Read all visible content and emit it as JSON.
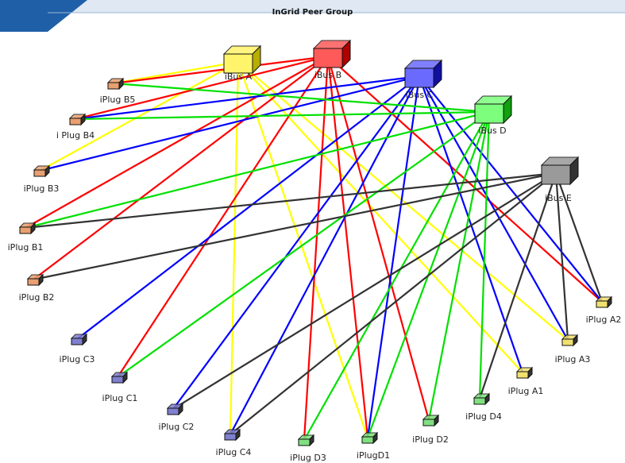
{
  "title": "InGrid Peer Group",
  "colors": {
    "band_dark": "#1f5fa8",
    "band_light": "#dbe6f2",
    "iBus A": "#ffff00",
    "iBus B": "#ff0000",
    "iBus C": "#0000ff",
    "iBus D": "#00e000",
    "iBus E": "#333333"
  },
  "buses": [
    {
      "id": "iBus A",
      "label": "iBus A",
      "color": "#fff46a",
      "dark": "#b8ad00"
    },
    {
      "id": "iBus B",
      "label": "iBus B",
      "color": "#ff5a5a",
      "dark": "#b00000"
    },
    {
      "id": "iBus C",
      "label": "iBus C",
      "color": "#6a6aff",
      "dark": "#1010a0"
    },
    {
      "id": "iBus D",
      "label": "iBus D",
      "color": "#7dff7d",
      "dark": "#10a010"
    },
    {
      "id": "iBus E",
      "label": "iBus E",
      "color": "#9a9a9a",
      "dark": "#333333"
    }
  ],
  "plugs": [
    {
      "id": "iPlug B5",
      "label": "iPlug B5",
      "color": "#e8a070"
    },
    {
      "id": "iPlug B4",
      "label": "i Plug B4",
      "color": "#e8a070"
    },
    {
      "id": "iPlug B3",
      "label": "iPlug B3",
      "color": "#e8a070"
    },
    {
      "id": "iPlug B1",
      "label": "iPlug B1",
      "color": "#e8a070"
    },
    {
      "id": "iPlug B2",
      "label": "iPlug B2",
      "color": "#e8a070"
    },
    {
      "id": "iPlug C3",
      "label": "iPlug C3",
      "color": "#8080d0"
    },
    {
      "id": "iPlug C1",
      "label": "iPlug C1",
      "color": "#8080d0"
    },
    {
      "id": "iPlug C2",
      "label": "iPlug C2",
      "color": "#8080d0"
    },
    {
      "id": "iPlug C4",
      "label": "iPlug C4",
      "color": "#8080d0"
    },
    {
      "id": "iPlug D3",
      "label": "iPlug D3",
      "color": "#80e080"
    },
    {
      "id": "iPlug D1",
      "label": "iPlugD1",
      "color": "#80e080"
    },
    {
      "id": "iPlug D2",
      "label": "iPlug D2",
      "color": "#80e080"
    },
    {
      "id": "iPlug D4",
      "label": "iPlug D4",
      "color": "#80e080"
    },
    {
      "id": "iPlug A1",
      "label": "iPlug A1",
      "color": "#f0e070"
    },
    {
      "id": "iPlug A3",
      "label": "iPlug A3",
      "color": "#f0e070"
    },
    {
      "id": "iPlug A2",
      "label": "iPlug A2",
      "color": "#f0e070"
    }
  ],
  "connections": [
    [
      "iBus A",
      "iPlug B5"
    ],
    [
      "iBus A",
      "iPlug B3"
    ],
    [
      "iBus A",
      "iPlug C4"
    ],
    [
      "iBus A",
      "iPlug D1"
    ],
    [
      "iBus A",
      "iPlug A1"
    ],
    [
      "iBus A",
      "iPlug A3"
    ],
    [
      "iBus B",
      "iPlug B5"
    ],
    [
      "iBus B",
      "iPlug B4"
    ],
    [
      "iBus B",
      "iPlug B1"
    ],
    [
      "iBus B",
      "iPlug B2"
    ],
    [
      "iBus B",
      "iPlug C1"
    ],
    [
      "iBus B",
      "iPlug D3"
    ],
    [
      "iBus B",
      "iPlug D1"
    ],
    [
      "iBus B",
      "iPlug D2"
    ],
    [
      "iBus B",
      "iPlug A2"
    ],
    [
      "iBus C",
      "iPlug B4"
    ],
    [
      "iBus C",
      "iPlug B3"
    ],
    [
      "iBus C",
      "iPlug C3"
    ],
    [
      "iBus C",
      "iPlug C2"
    ],
    [
      "iBus C",
      "iPlug C4"
    ],
    [
      "iBus C",
      "iPlug D1"
    ],
    [
      "iBus C",
      "iPlug A1"
    ],
    [
      "iBus C",
      "iPlug A3"
    ],
    [
      "iBus C",
      "iPlug A2"
    ],
    [
      "iBus D",
      "iPlug B5"
    ],
    [
      "iBus D",
      "iPlug B4"
    ],
    [
      "iBus D",
      "iPlug B1"
    ],
    [
      "iBus D",
      "iPlug C1"
    ],
    [
      "iBus D",
      "iPlug D3"
    ],
    [
      "iBus D",
      "iPlug D1"
    ],
    [
      "iBus D",
      "iPlug D2"
    ],
    [
      "iBus D",
      "iPlug D4"
    ],
    [
      "iBus E",
      "iPlug B1"
    ],
    [
      "iBus E",
      "iPlug B2"
    ],
    [
      "iBus E",
      "iPlug C2"
    ],
    [
      "iBus E",
      "iPlug C4"
    ],
    [
      "iBus E",
      "iPlug D4"
    ],
    [
      "iBus E",
      "iPlug A3"
    ],
    [
      "iBus E",
      "iPlug A2"
    ]
  ]
}
